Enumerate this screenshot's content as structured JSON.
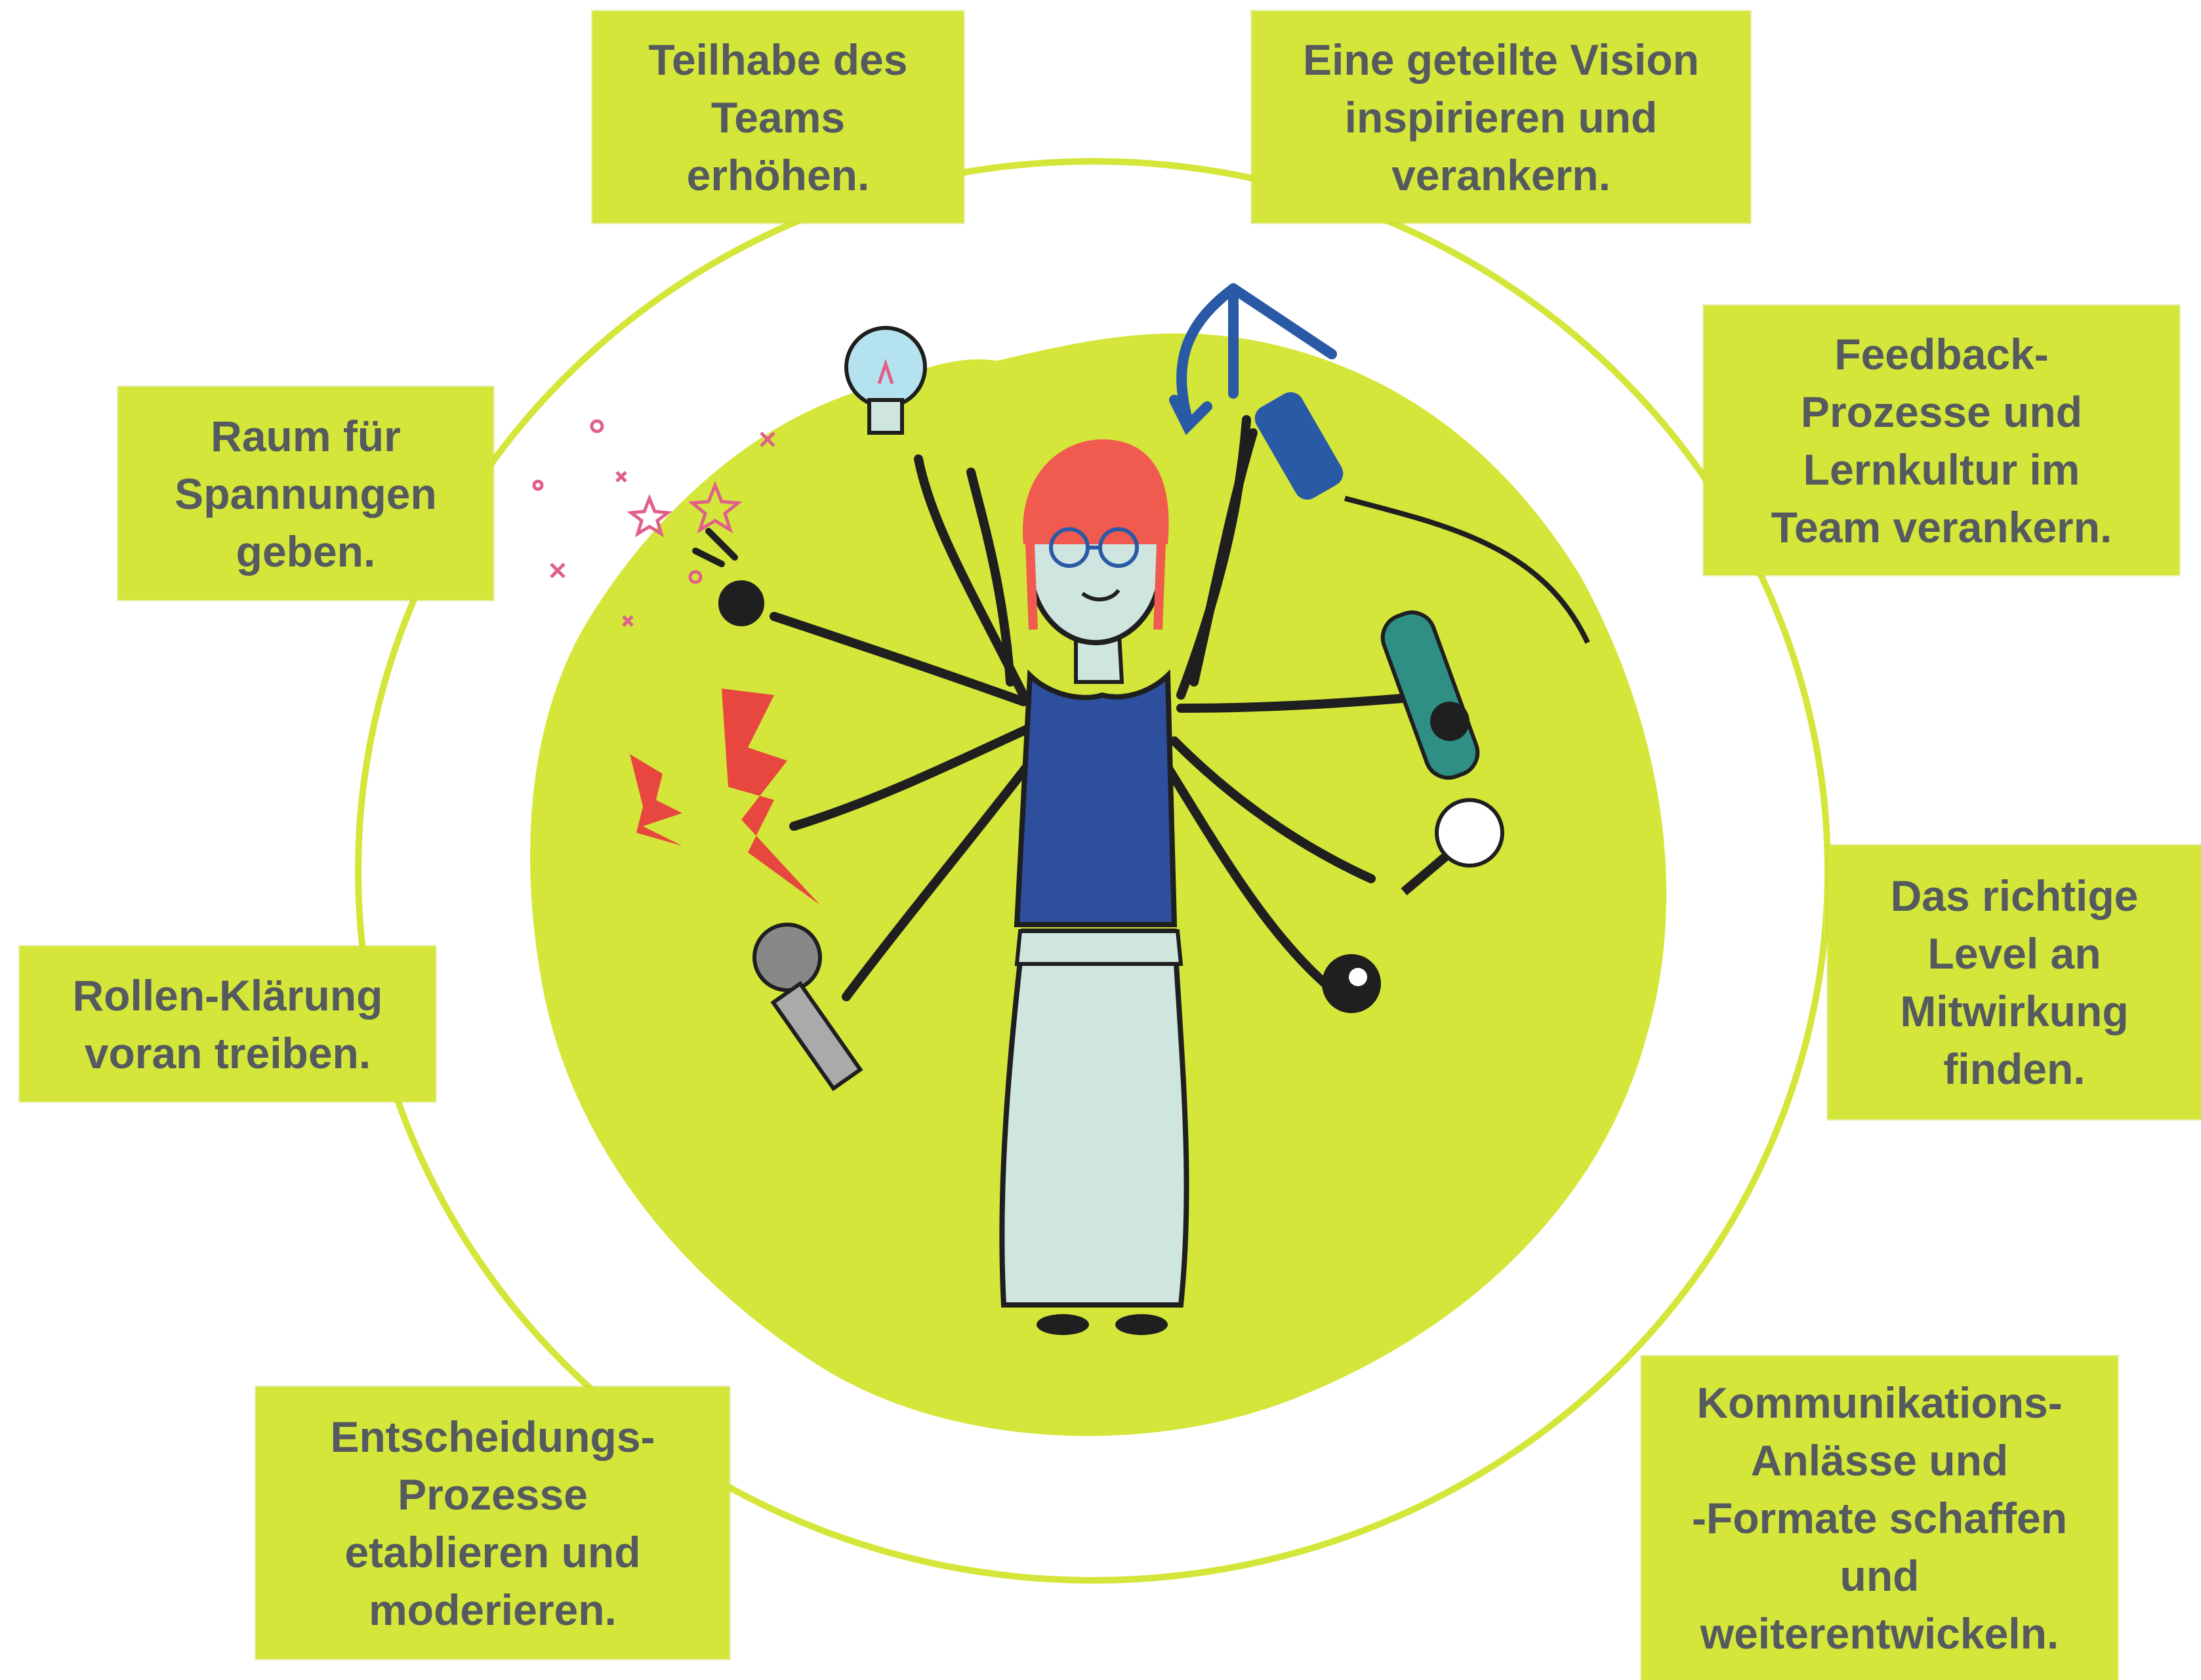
{
  "colors": {
    "lime": "#d4e63a",
    "text": "#555a5e",
    "hair_red": "#f05a4f",
    "dress_blue": "#2d4f9e",
    "skirt_gray": "#cfe6e0",
    "spark_pink": "#e0608a",
    "lightning_red": "#e8473f",
    "outline": "#1f1f1f",
    "bulb_blue": "#b5e2ef",
    "arrow_blue": "#2a5aa6",
    "pen_teal": "#2f8f85"
  },
  "figure": {
    "icons": [
      "lightbulb-icon",
      "arrow-icon",
      "hairdryer-icon",
      "peace-hand-icon",
      "stars-icon",
      "lightning-icon",
      "pen-icon",
      "magnifier-icon",
      "microphone-icon",
      "yin-yang-icon"
    ]
  },
  "boxes": [
    {
      "id": "teilhabe",
      "text": "Teilhabe des\nTeams\nerhöhen."
    },
    {
      "id": "vision",
      "text": "Eine geteilte Vision\ninspirieren und\nverankern."
    },
    {
      "id": "spannungen",
      "text": "Raum für\nSpannungen\ngeben."
    },
    {
      "id": "feedback",
      "text": "Feedback-\nProzesse und\nLernkultur im\nTeam verankern."
    },
    {
      "id": "rollen",
      "text": "Rollen-Klärung\nvoran treiben."
    },
    {
      "id": "mitwirkung",
      "text": "Das richtige\nLevel an\nMitwirkung\nfinden."
    },
    {
      "id": "entscheidung",
      "text": "Entscheidungs-\nProzesse\netablieren und\nmoderieren."
    },
    {
      "id": "kommunikation",
      "text": "Kommunikations-\nAnlässe und\n-Formate schaffen\nund\nweiterentwickeln."
    }
  ]
}
